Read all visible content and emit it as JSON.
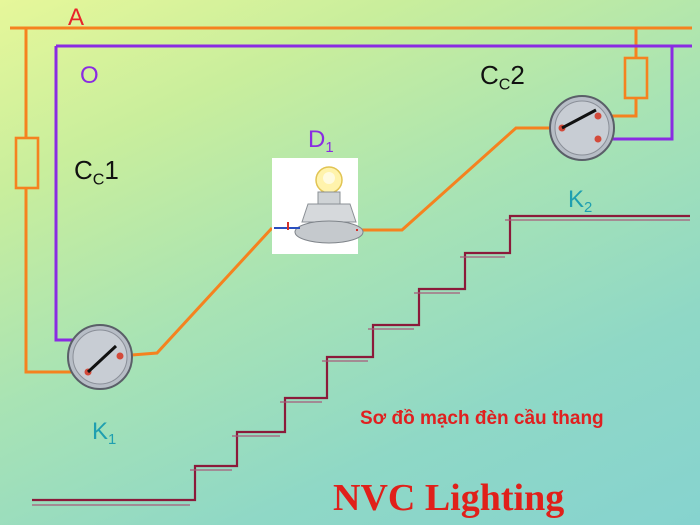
{
  "labels": {
    "line_a": "A",
    "line_o": "O",
    "fuse1": {
      "base": "C",
      "sub": "C",
      "suffix": "1"
    },
    "fuse2": {
      "base": "C",
      "sub": "C",
      "suffix": "2"
    },
    "lamp": {
      "base": "D",
      "sub": "1"
    },
    "switch1": {
      "base": "K",
      "sub": "1"
    },
    "switch2": {
      "base": "K",
      "sub": "2"
    }
  },
  "caption": "Sơ đồ mạch đèn cầu thang",
  "brand": "NVC Lighting",
  "colors": {
    "phase_wire": "#f5821f",
    "neutral_wire": "#8a2be2",
    "traveler_wire": "#f5821f",
    "stairs": "#8b1a3a",
    "caption": "#e02020"
  }
}
